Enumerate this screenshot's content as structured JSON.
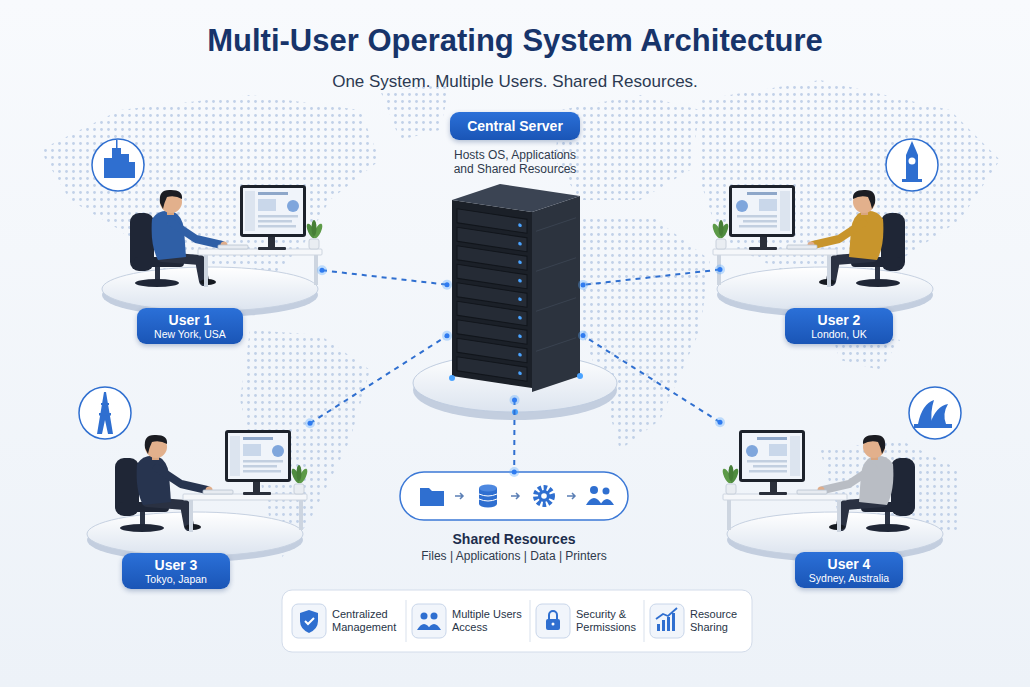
{
  "diagram": {
    "title": "Multi-User Operating System Architecture",
    "nodes": [
      {
        "text": [
          "Central Server",
          "Hosts OS, Applications and Shared Resources"
        ]
      },
      {
        "text": [
          "User 1",
          "New York, USA"
        ]
      },
      {
        "text": [
          "User 2",
          "London, UK"
        ]
      },
      {
        "text": [
          "Shared Resources",
          "Files | Applications | Data | Printers"
        ]
      },
      {
        "text": [
          "User 3",
          "Tokyo, Japan"
        ]
      },
      {
        "text": [
          "User 4",
          "Sydney, Australia"
        ]
      }
    ],
    "edges": [
      {
        "from": 1,
        "to": 0,
        "arrow": "none"
      },
      {
        "from": 2,
        "to": 0,
        "arrow": "none"
      },
      {
        "from": 0,
        "to": 3,
        "arrow": "none"
      },
      {
        "from": 4,
        "to": 0,
        "arrow": "none"
      },
      {
        "from": 5,
        "to": 0,
        "arrow": "none"
      }
    ],
    "labels": [
      "One System. Multiple Users. Shared Resources.",
      "Centralized Management",
      "Multiple Users Access",
      "Security & Permissions",
      "Resource Sharing"
    ]
  }
}
